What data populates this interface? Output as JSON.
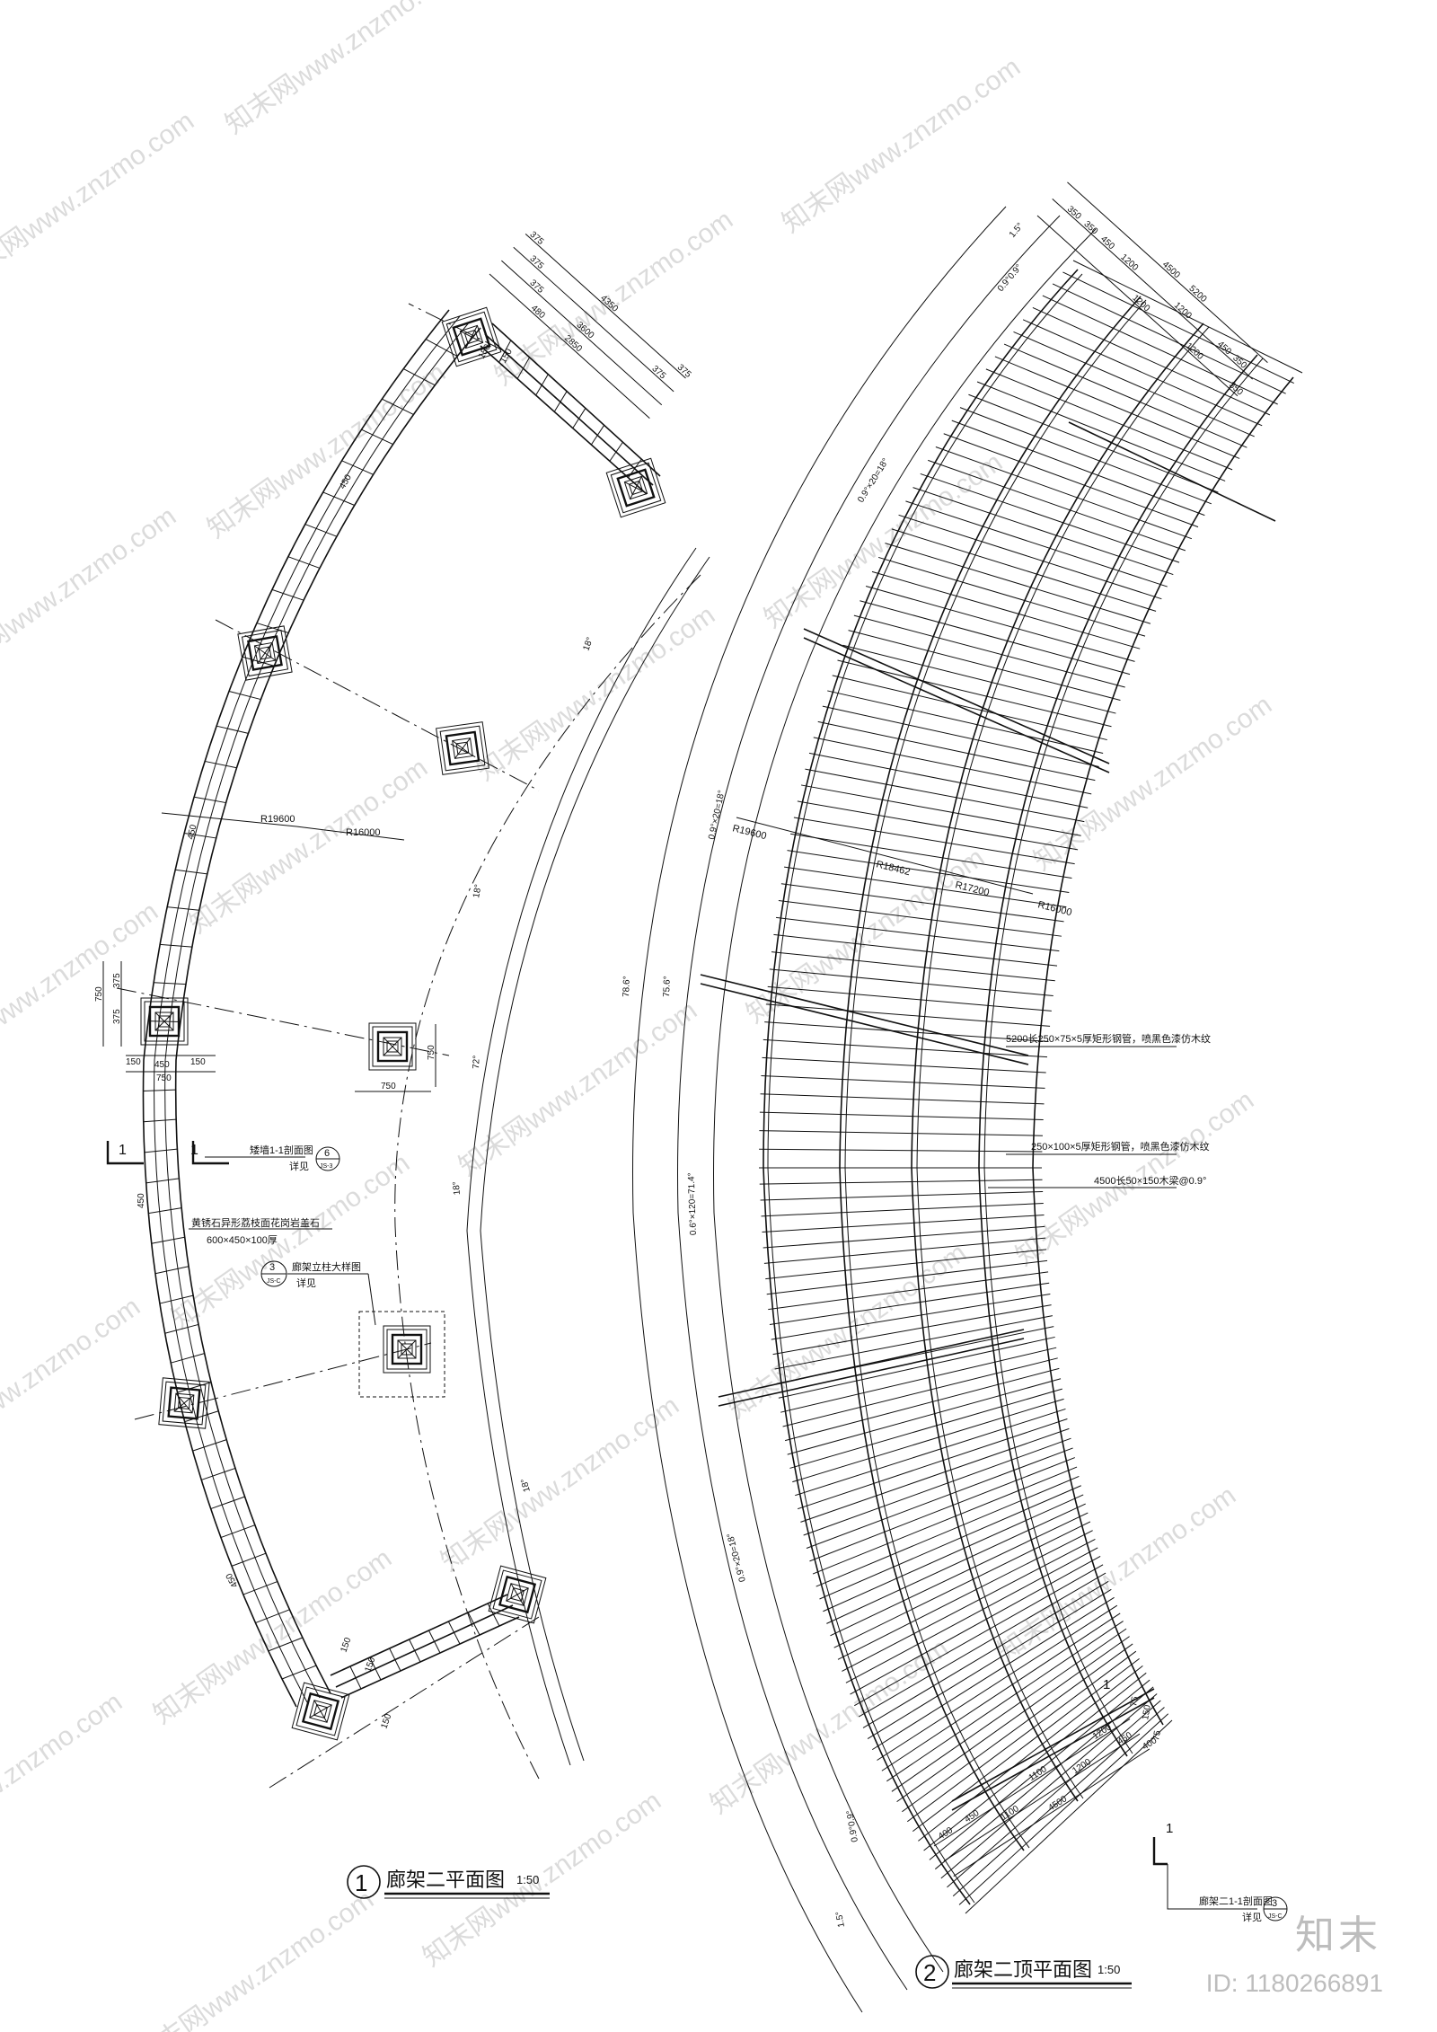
{
  "watermark": {
    "text": "知末网www.znzmo.com"
  },
  "plan1": {
    "number": "1",
    "title": "廊架二平面图",
    "scale": "1:50",
    "radius_outer": "R19600",
    "radius_inner": "R16000",
    "dims_top": [
      "375",
      "375",
      "375",
      "150",
      "150",
      "480",
      "3600",
      "2850",
      "4350",
      "375",
      "375"
    ],
    "dims_side": [
      "375",
      "375",
      "750",
      "150",
      "450",
      "750",
      "150",
      "750",
      "750"
    ],
    "dims_bottom": [
      "150",
      "150",
      "150"
    ],
    "segment_450": "450",
    "angles": [
      "18°",
      "18°",
      "72°",
      "18°",
      "18°"
    ],
    "section_mark": "1",
    "note_section": "矮墙1-1剖面图",
    "note_section_ref": "详见",
    "note_section_sheet_num": "6",
    "note_section_sheet": "JS-3",
    "note_paving": "黄锈石异形荔枝面花岗岩盖石",
    "note_paving_size": "600×450×100厚",
    "note_detail": "廊架立柱大样图",
    "note_detail_ref": "详见",
    "note_detail_num": "3",
    "note_detail_sheet": "JS-C"
  },
  "plan2": {
    "number": "2",
    "title": "廊架二顶平面图",
    "scale": "1:50",
    "radius_outer": "R19600",
    "radius_r1": "R18462",
    "radius_r2": "R17200",
    "radius_inner": "R16000",
    "angle_total_outer": "78.6°",
    "angle_total_inner": "75.6°",
    "angle_mid": "0.6°×120=71.4°",
    "angle_top": "0.9°×20=18°",
    "angle_upper": "0.9°×20=18°",
    "angle_lower": "0.9°×20=18°",
    "dims_top": [
      "1.5°",
      "0.9°0.9°",
      "350",
      "350",
      "450",
      "1200",
      "1200",
      "1200",
      "1200",
      "450",
      "350",
      "350",
      "4500",
      "5200"
    ],
    "dims_bottom": [
      "0.9°0.9°",
      "1.5°",
      "400",
      "450",
      "1100",
      "1100",
      "1200",
      "4500",
      "1200",
      "450",
      "400",
      "75",
      "150",
      "75"
    ],
    "note_beam1": "5200长250×75×5厚矩形钢管，喷黑色漆仿木纹",
    "note_beam2": "250×100×5厚矩形钢管，喷黑色漆仿木纹",
    "note_slat": "4500长50×150木梁@0.9°",
    "section_mark": "1",
    "note_section": "廊架二1-1剖面图",
    "note_section_ref": "详见",
    "note_section_num": "3",
    "note_section_sheet": "JS-C"
  },
  "brand": "知末",
  "image_id": "ID: 1180266891"
}
